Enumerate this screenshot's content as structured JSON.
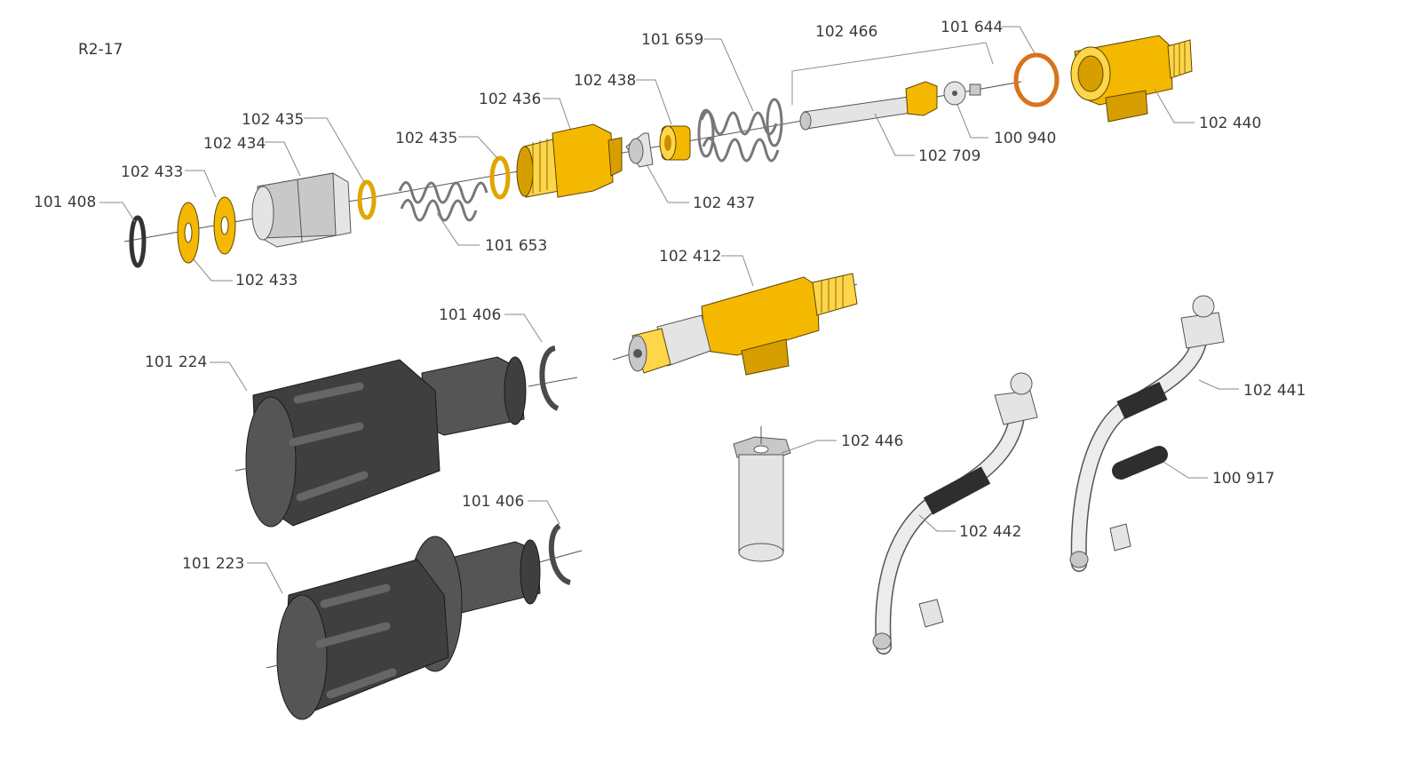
{
  "sheet_id": "R2-17",
  "part_labels": {
    "p101408": "101 408",
    "p102433a": "102 433",
    "p102433b": "102 433",
    "p102434": "102 434",
    "p102435a": "102 435",
    "p102435b": "102 435",
    "p101653": "101 653",
    "p102436": "102 436",
    "p102437": "102 437",
    "p102438": "102 438",
    "p101659": "101 659",
    "p102466": "102 466",
    "p102709": "102 709",
    "p100940": "100 940",
    "p101644": "101 644",
    "p102440": "102 440",
    "p102412": "102 412",
    "p101406a": "101 406",
    "p101406b": "101 406",
    "p101224": "101 224",
    "p101223": "101 223",
    "p102446": "102 446",
    "p102442": "102 442",
    "p102441": "102 441",
    "p100917": "100 917"
  },
  "colors": {
    "brass": "#f5b800",
    "chrome": "#e4e4e4",
    "rubber": "#3f3f3f",
    "copper_ring": "#d9731a"
  }
}
